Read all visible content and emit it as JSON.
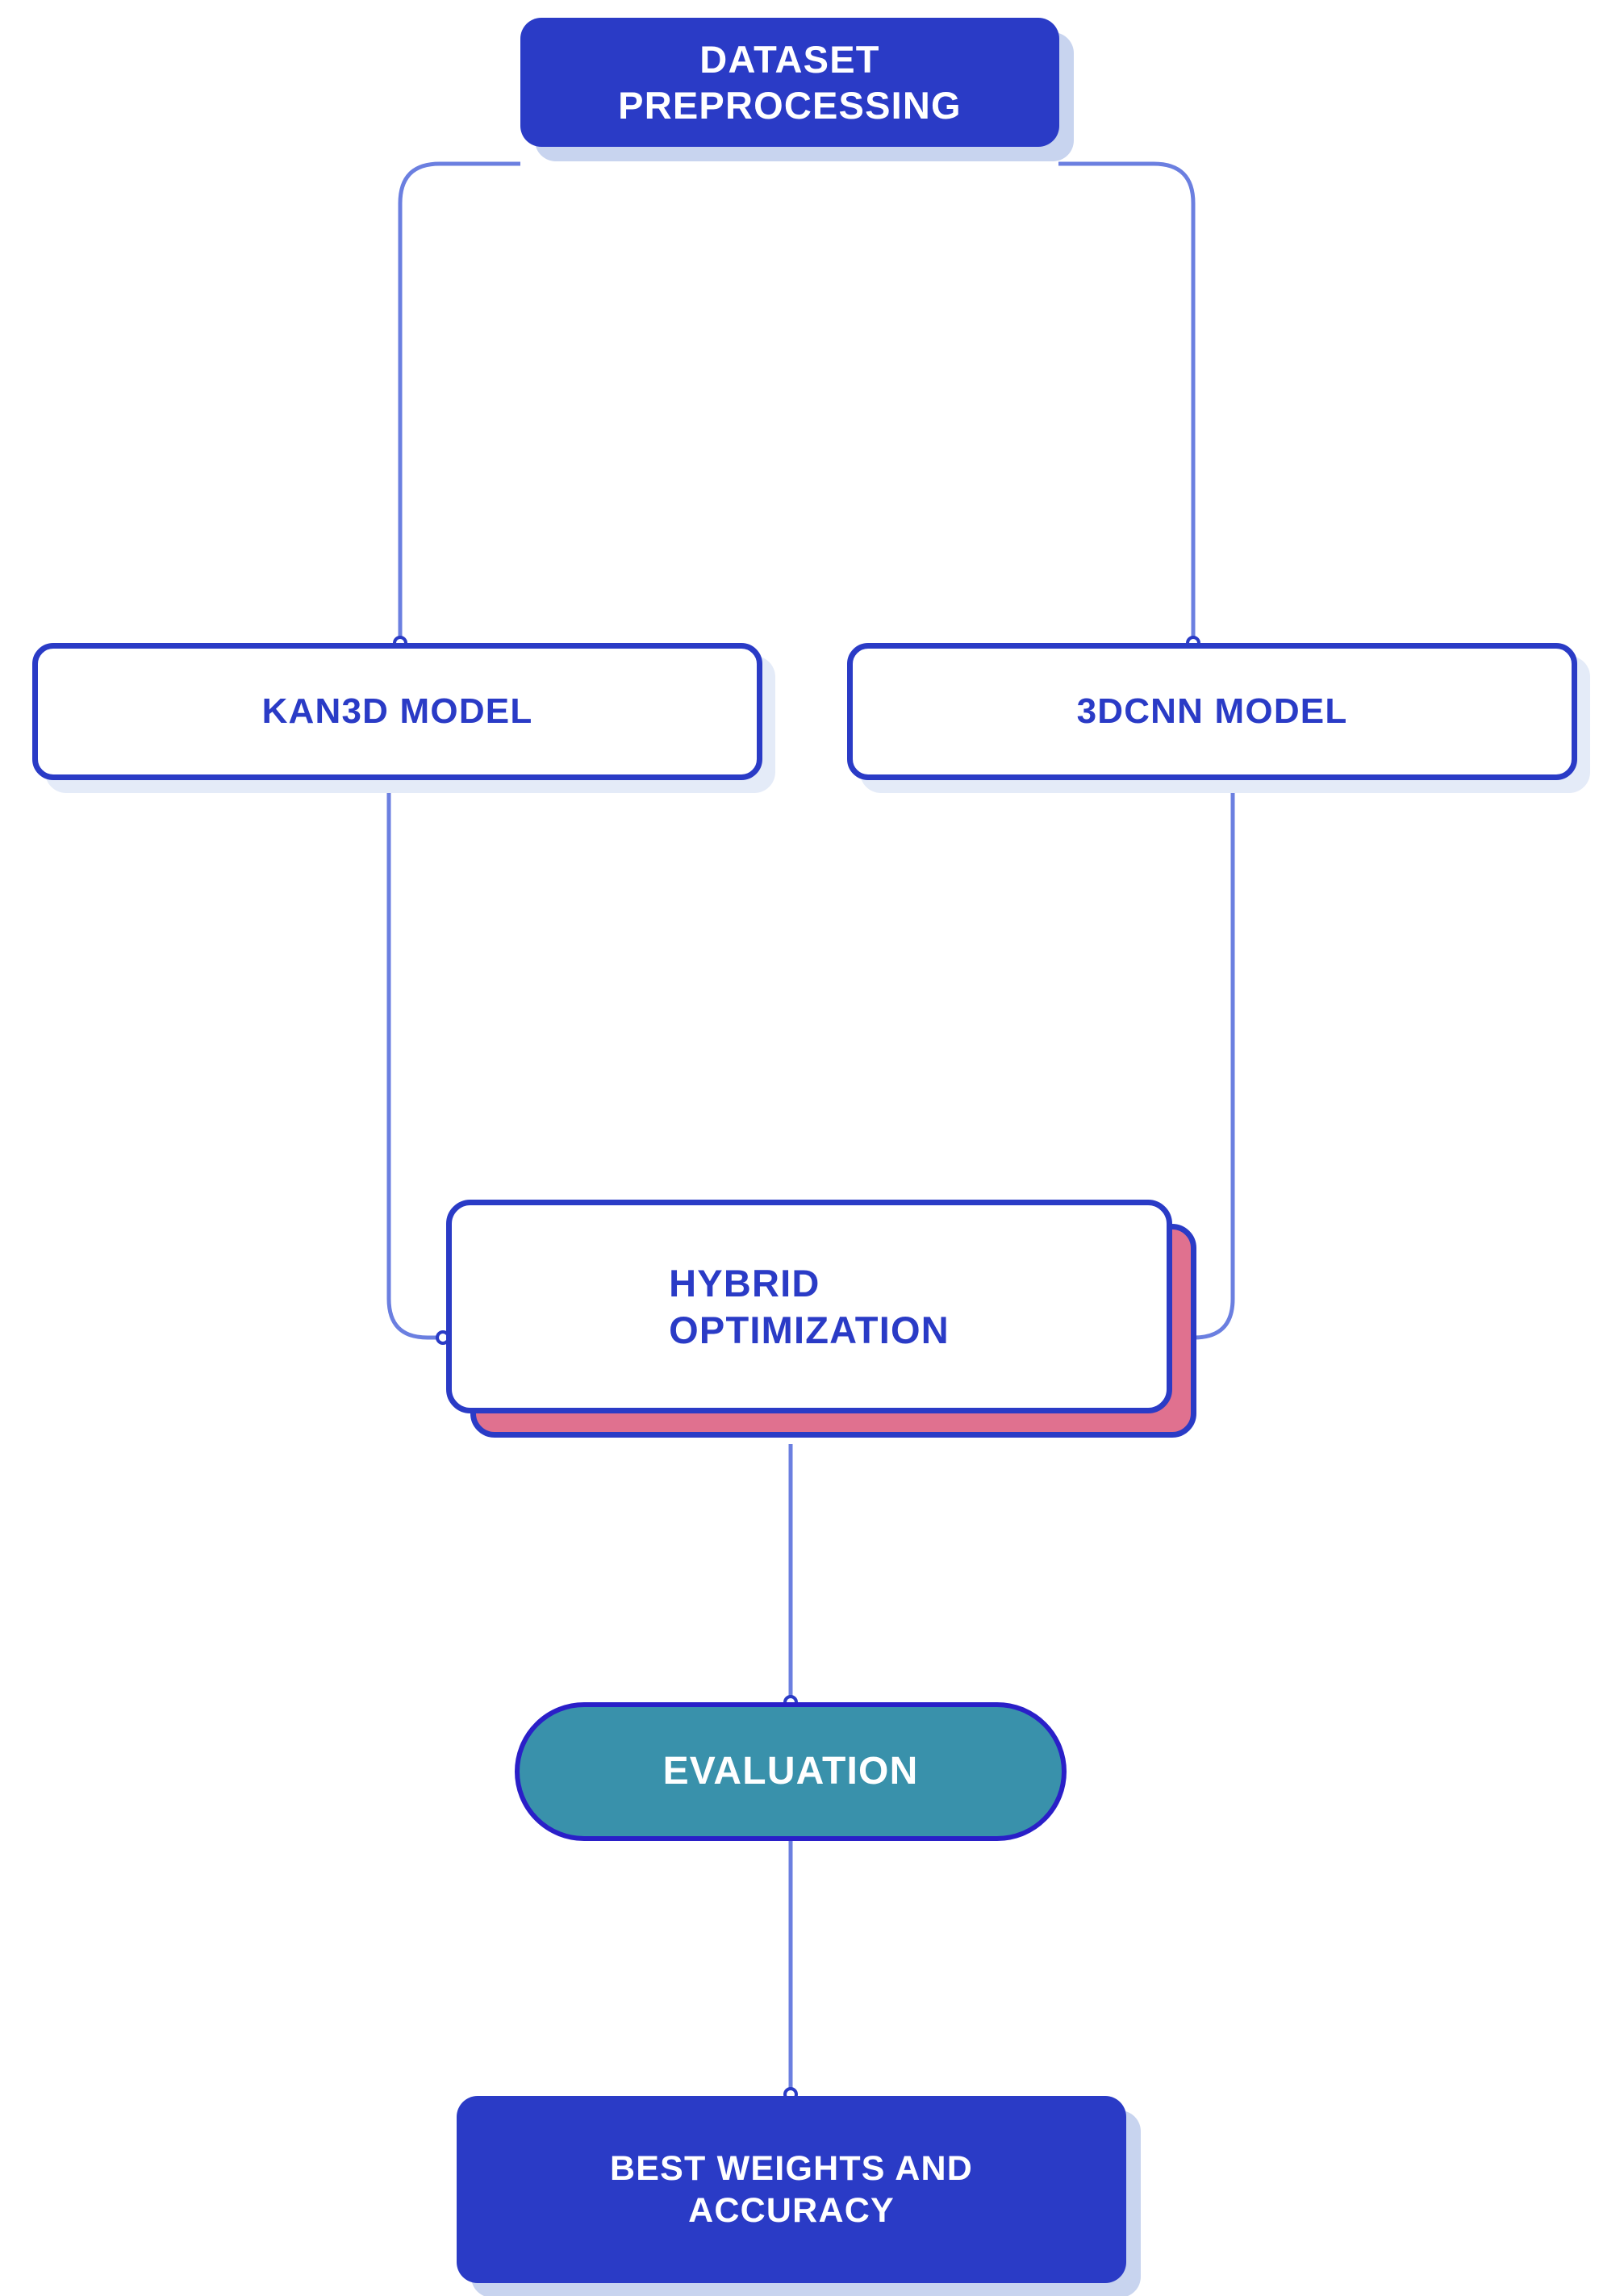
{
  "diagram": {
    "title": "Model training and evaluation pipeline flowchart",
    "background_color": "#ffffff",
    "palette": {
      "primary_blue": "#2a3bc6",
      "shadow_blue": "#c8d4ef",
      "outline_shadow": "#e4ebf8",
      "accent_pink": "#e0718f",
      "teal": "#3991ab",
      "edge_blue": "#6b7fe0",
      "white": "#ffffff"
    },
    "nodes": [
      {
        "id": "dataset-preprocessing",
        "label": "DATASET\nPREPROCESSING",
        "style": "solid-blue",
        "text_color": "#ffffff",
        "fill": "#2a3bc6"
      },
      {
        "id": "kan3d-model",
        "label": "KAN3D MODEL",
        "style": "outline-white",
        "text_color": "#2a3bc6",
        "fill": "#ffffff"
      },
      {
        "id": "3dcnn-model",
        "label": "3DCNN MODEL",
        "style": "outline-white",
        "text_color": "#2a3bc6",
        "fill": "#ffffff"
      },
      {
        "id": "hybrid-optimization",
        "label": "HYBRID\nOPTIMIZATION",
        "style": "outline-white-pink-shadow",
        "text_color": "#2a3bc6",
        "fill": "#ffffff",
        "accent": "#e0718f"
      },
      {
        "id": "evaluation",
        "label": "EVALUATION",
        "style": "teal-pill",
        "text_color": "#ffffff",
        "fill": "#3991ab"
      },
      {
        "id": "best-weights-accuracy",
        "label": "BEST WEIGHTS AND\nACCURACY",
        "style": "solid-blue",
        "text_color": "#ffffff",
        "fill": "#2a3bc6"
      }
    ],
    "edges": [
      {
        "id": "edge-dataset-to-kan3d",
        "from": "dataset-preprocessing",
        "to": "kan3d-model"
      },
      {
        "id": "edge-dataset-to-3dcnn",
        "from": "dataset-preprocessing",
        "to": "3dcnn-model"
      },
      {
        "id": "edge-kan3d-to-hybrid",
        "from": "kan3d-model",
        "to": "hybrid-optimization"
      },
      {
        "id": "edge-3dcnn-to-hybrid",
        "from": "3dcnn-model",
        "to": "hybrid-optimization"
      },
      {
        "id": "edge-hybrid-to-evaluation",
        "from": "hybrid-optimization",
        "to": "evaluation"
      },
      {
        "id": "edge-evaluation-to-best-weights",
        "from": "evaluation",
        "to": "best-weights-accuracy"
      }
    ]
  }
}
